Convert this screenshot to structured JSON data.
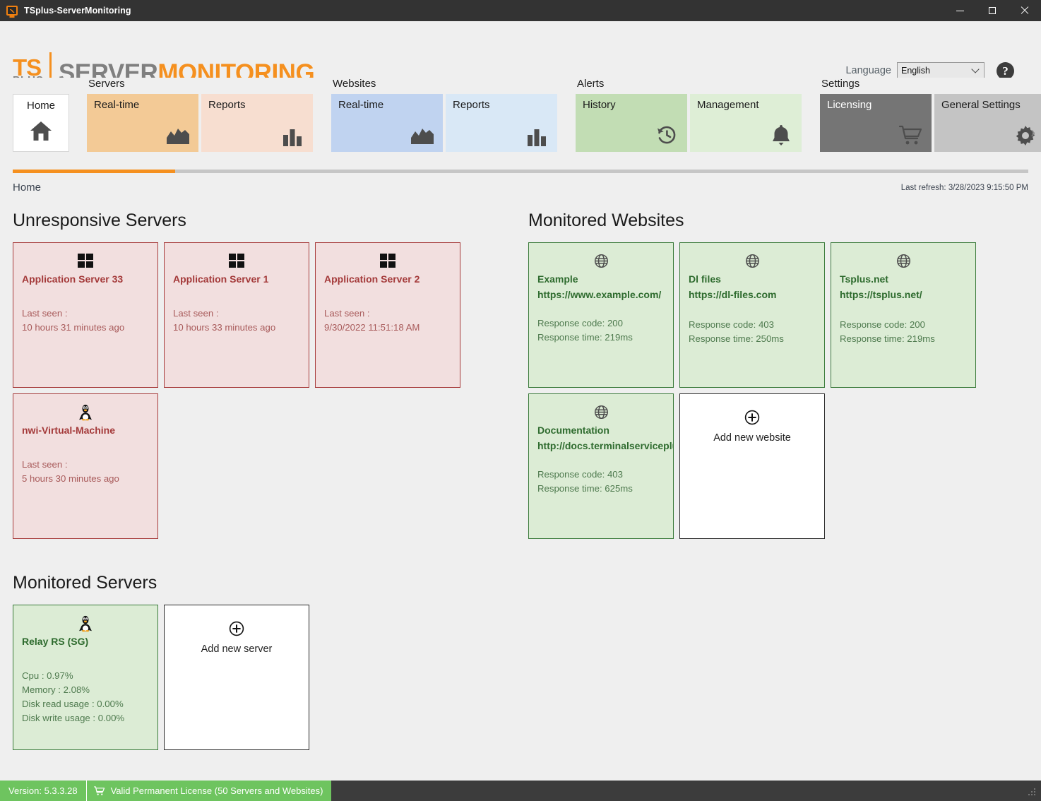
{
  "window": {
    "title": "TSplus-ServerMonitoring",
    "app_icon": "monitor-chart-icon",
    "minimize": "minimize-icon",
    "maximize": "maximize-icon",
    "close": "close-icon"
  },
  "brand": {
    "ts": "TS",
    "plus": "PLUS",
    "server": "SERVER",
    "monitoring": "MONITORING",
    "accent_color": "#f5901f",
    "gray_color": "#7f7f7f"
  },
  "header": {
    "language_label": "Language",
    "language_value": "English",
    "language_options": [
      "English"
    ],
    "help_label": "?"
  },
  "ribbon": {
    "home": {
      "label": "Home",
      "icon": "home-icon"
    },
    "groups": [
      {
        "title": "Servers",
        "tiles": [
          {
            "label": "Real-time",
            "icon": "chart-area-icon",
            "color": "#f3ca96"
          },
          {
            "label": "Reports",
            "icon": "bar-chart-icon",
            "color": "#f7ded0"
          }
        ]
      },
      {
        "title": "Websites",
        "tiles": [
          {
            "label": "Real-time",
            "icon": "chart-area-icon",
            "color": "#c0d3f0"
          },
          {
            "label": "Reports",
            "icon": "bar-chart-icon",
            "color": "#d9e8f6"
          }
        ]
      },
      {
        "title": "Alerts",
        "tiles": [
          {
            "label": "History",
            "icon": "history-clock-icon",
            "color": "#c2ddb4"
          },
          {
            "label": "Management",
            "icon": "bell-icon",
            "color": "#deeed6"
          }
        ]
      },
      {
        "title": "Settings",
        "tiles": [
          {
            "label": "Licensing",
            "icon": "shopping-cart-icon",
            "color": "#757575"
          },
          {
            "label": "General Settings",
            "icon": "gear-icon",
            "color": "#c4c4c4"
          }
        ]
      }
    ],
    "scroll_right": "chevron-right-icon"
  },
  "breadcrumb": {
    "label": "Home",
    "progress_percent": 16
  },
  "status": {
    "last_refresh": "Last refresh: 3/28/2023 9:15:50 PM"
  },
  "sections": {
    "unresponsive_servers": {
      "title": "Unresponsive Servers",
      "cards": [
        {
          "name": "Application Server 33",
          "icon": "windows-icon",
          "lines": [
            "Last seen :",
            "10 hours 31 minutes ago"
          ]
        },
        {
          "name": "Application Server 1",
          "icon": "windows-icon",
          "lines": [
            "Last seen :",
            "10 hours 33 minutes ago"
          ]
        },
        {
          "name": "Application Server 2",
          "icon": "windows-icon",
          "lines": [
            "Last seen :",
            "9/30/2022 11:51:18 AM"
          ]
        },
        {
          "name": "nwi-Virtual-Machine",
          "icon": "linux-icon",
          "lines": [
            "Last seen :",
            "5 hours 30 minutes ago"
          ]
        }
      ]
    },
    "monitored_websites": {
      "title": "Monitored Websites",
      "cards": [
        {
          "name": "Example",
          "url": "https://www.example.com/",
          "icon": "globe-icon",
          "lines": [
            "Response code: 200",
            "Response time: 219ms"
          ]
        },
        {
          "name": "Dl files",
          "url": "https://dl-files.com",
          "icon": "globe-icon",
          "lines": [
            "Response code: 403",
            "Response time: 250ms"
          ]
        },
        {
          "name": "Tsplus.net",
          "url": "https://tsplus.net/",
          "icon": "globe-icon",
          "lines": [
            "Response code: 200",
            "Response time: 219ms"
          ]
        },
        {
          "name": "Documentation",
          "url": "http://docs.terminalserviceplus.com",
          "icon": "globe-icon",
          "lines": [
            "Response code: 403",
            "Response time: 625ms"
          ]
        }
      ],
      "add_card": {
        "label": "Add new website",
        "icon": "plus-circle-icon"
      }
    },
    "monitored_servers": {
      "title": "Monitored Servers",
      "cards": [
        {
          "name": "Relay RS (SG)",
          "icon": "linux-icon",
          "lines": [
            "Cpu : 0.97%",
            "Memory : 2.08%",
            "Disk read usage : 0.00%",
            "Disk write usage : 0.00%"
          ]
        }
      ],
      "add_card": {
        "label": "Add new server",
        "icon": "plus-circle-icon"
      }
    }
  },
  "statusbar": {
    "version": "Version: 5.3.3.28",
    "license": "Valid Permanent License (50 Servers and Websites)",
    "license_icon": "shopping-cart-icon",
    "bg_color": "#6ec45f"
  }
}
